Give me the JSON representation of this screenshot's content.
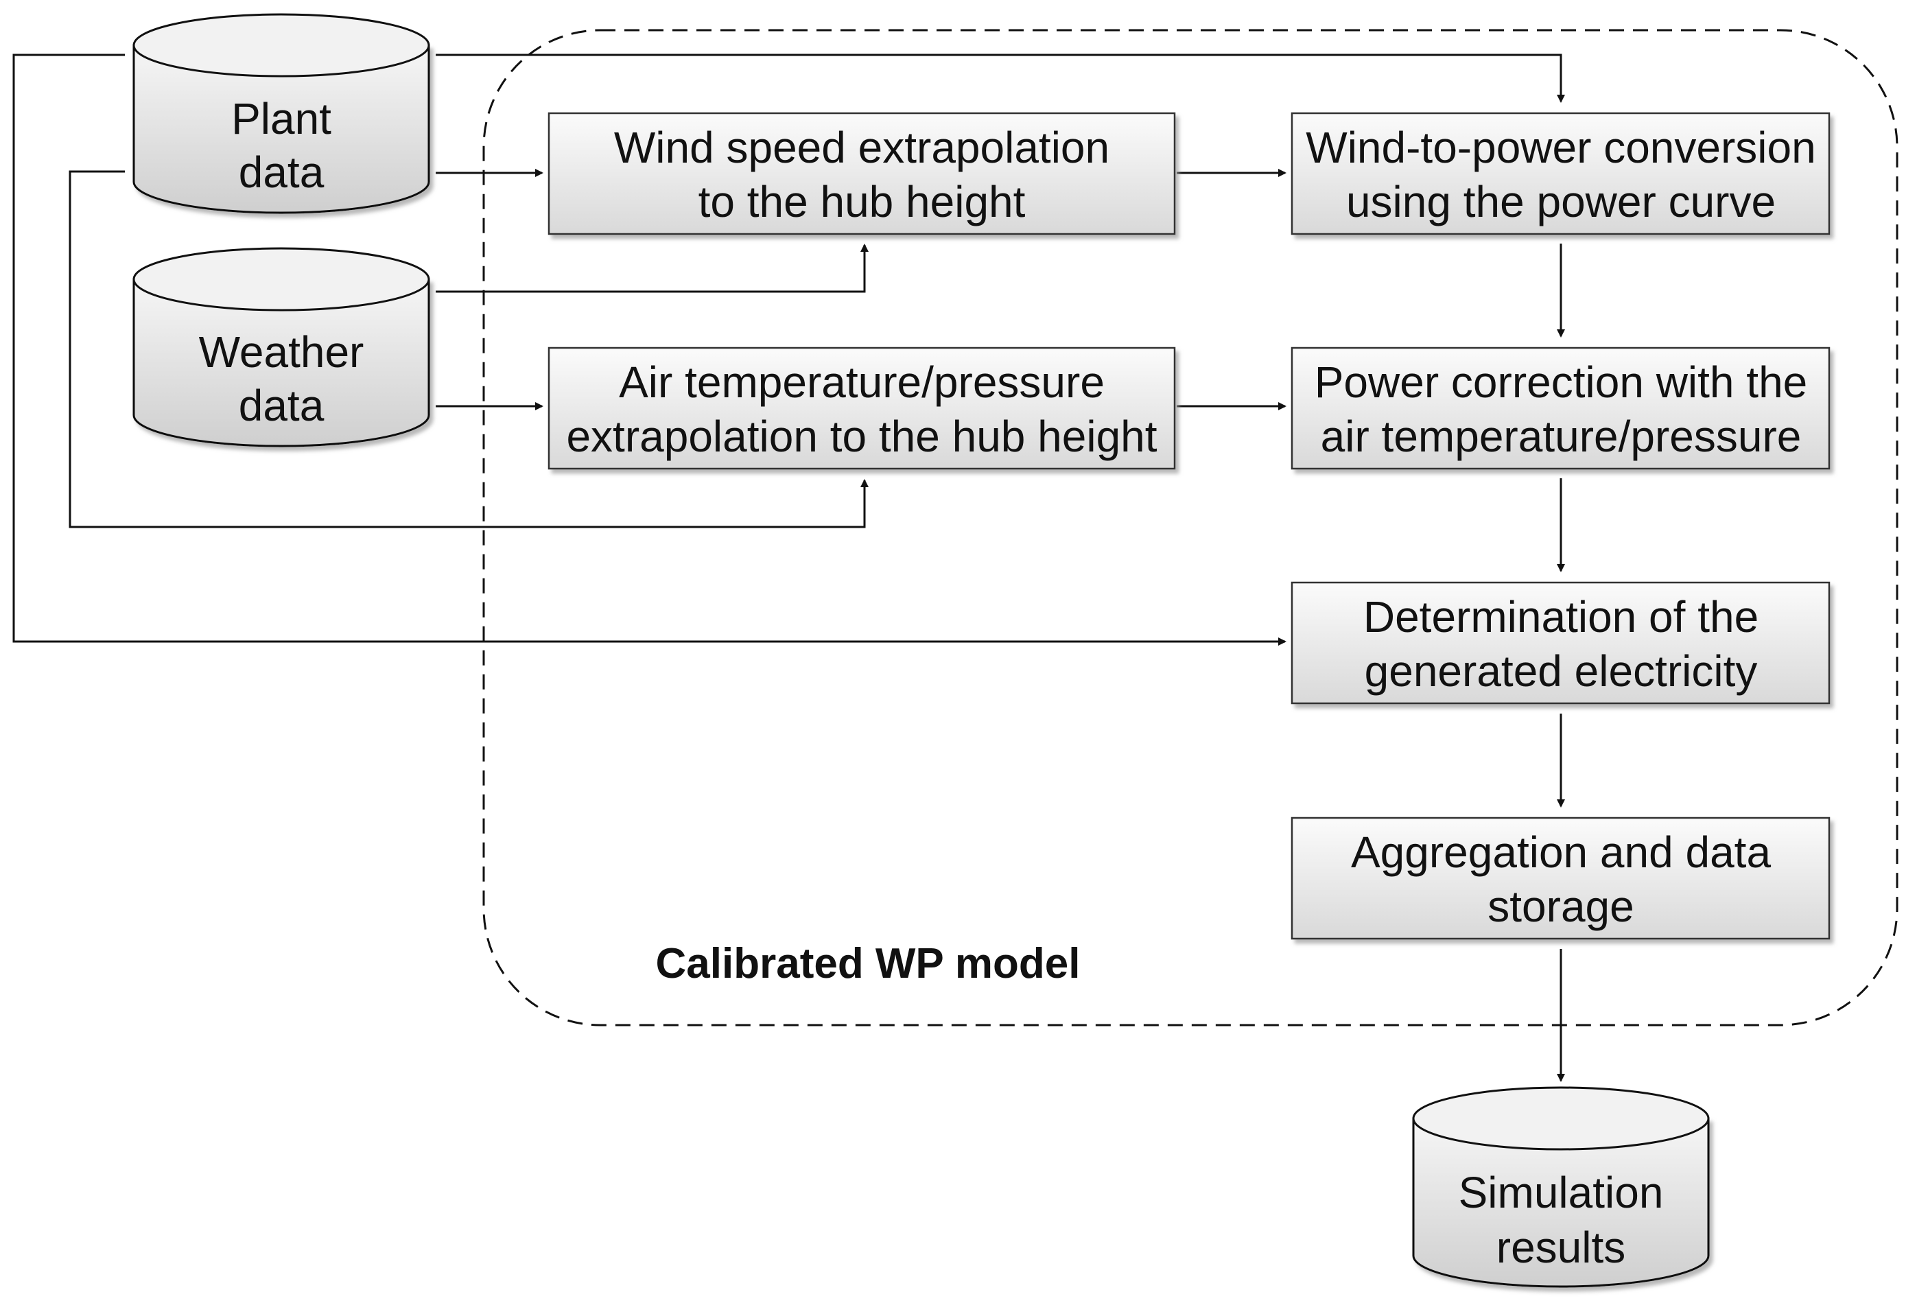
{
  "diagram": {
    "region_label": "Calibrated WP model",
    "sources": {
      "plant": [
        "Plant",
        "data"
      ],
      "weather": [
        "Weather",
        "data"
      ]
    },
    "output": [
      "Simulation",
      "results"
    ],
    "process": {
      "wind_extrapolation": [
        "Wind speed extrapolation",
        "to the hub height"
      ],
      "air_extrapolation": [
        "Air temperature/pressure",
        "extrapolation to the hub height"
      ],
      "wind_to_power": [
        "Wind-to-power conversion",
        "using the power curve"
      ],
      "power_correction": [
        "Power correction with the",
        "air temperature/pressure"
      ],
      "electricity": [
        "Determination of the",
        "generated electricity"
      ],
      "aggregation": [
        "Aggregation and data",
        "storage"
      ]
    },
    "colors": {
      "box_fill_top": "#fbfbfb",
      "box_fill_bottom": "#d9d9d9",
      "stroke": "#111111",
      "shadow": "#bdbdbd"
    }
  }
}
